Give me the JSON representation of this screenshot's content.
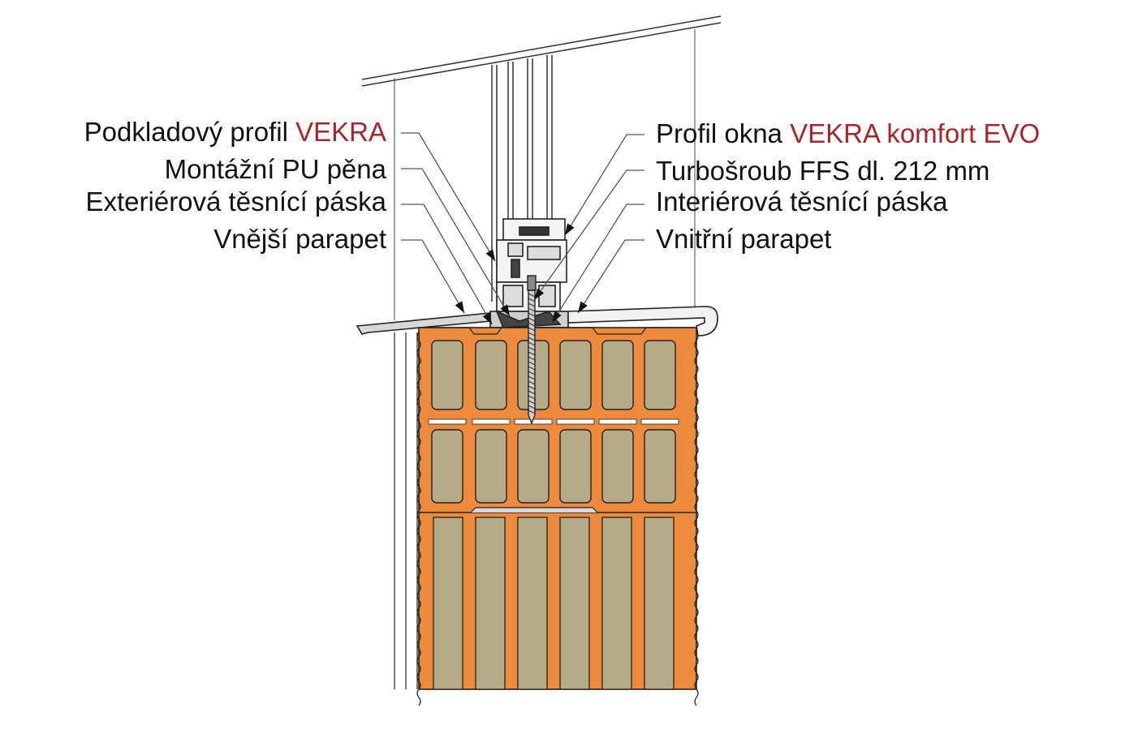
{
  "colors": {
    "brick": "#ee8a3c",
    "insulation": "#b5ab8a",
    "accent_text": "#a3262a",
    "line": "#222222",
    "leader": "#555555"
  },
  "labels_left": [
    {
      "id": "podkladovy",
      "text": "Podkladový profil ",
      "accent": "VEKRA"
    },
    {
      "id": "pu-pena",
      "text": "Montážní PU pěna",
      "accent": ""
    },
    {
      "id": "ext-paska",
      "text": "Exteriérová těsnící páska",
      "accent": ""
    },
    {
      "id": "vnejsi-parapet",
      "text": "Vnější parapet",
      "accent": ""
    }
  ],
  "labels_right": [
    {
      "id": "profil-okna",
      "text": "Profil okna ",
      "accent": "VEKRA komfort EVO"
    },
    {
      "id": "turbosroub",
      "text": "Turbošroub FFS dl. 212 mm",
      "accent": ""
    },
    {
      "id": "int-paska",
      "text": "Interiérová těsnící páska",
      "accent": ""
    },
    {
      "id": "vnitrni-parapet",
      "text": "Vnitřní parapet",
      "accent": ""
    }
  ]
}
